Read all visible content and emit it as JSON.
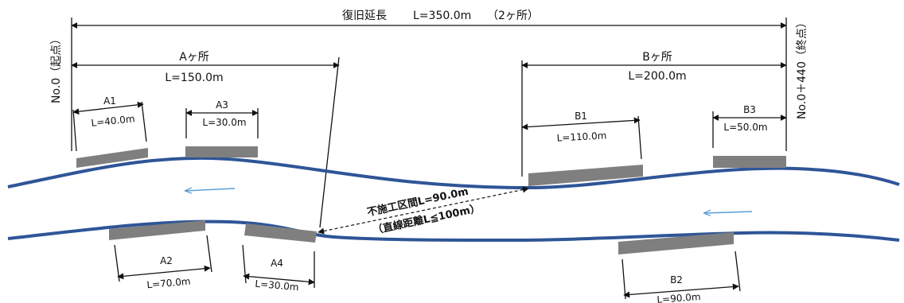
{
  "total": {
    "label": "復旧延長",
    "length": "L=350.0m",
    "count": "（2ヶ所）"
  },
  "start_point": "No.0（起点）",
  "end_point": "No.0＋440（終点）",
  "areas": {
    "a": {
      "label": "Aヶ所",
      "length": "L=150.0m"
    },
    "b": {
      "label": "Bヶ所",
      "length": "L=200.0m"
    }
  },
  "segments": {
    "a1": {
      "label": "A1",
      "length": "L=40.0m"
    },
    "a2": {
      "label": "A2",
      "length": "L=70.0m"
    },
    "a3": {
      "label": "A3",
      "length": "L=30.0m"
    },
    "a4": {
      "label": "A4",
      "length": "L=30.0m"
    },
    "b1": {
      "label": "B1",
      "length": "L=110.0m"
    },
    "b2": {
      "label": "B2",
      "length": "L=90.0m"
    },
    "b3": {
      "label": "B3",
      "length": "L=50.0m"
    }
  },
  "gap": {
    "line1": "不施工区間L=90.0m",
    "line2": "（直線距離L≦100m）"
  },
  "colors": {
    "river": "#2f5597",
    "flow_arrow": "#5b9bd5",
    "repair_segment": "#7f7f7f",
    "line": "#111111"
  }
}
